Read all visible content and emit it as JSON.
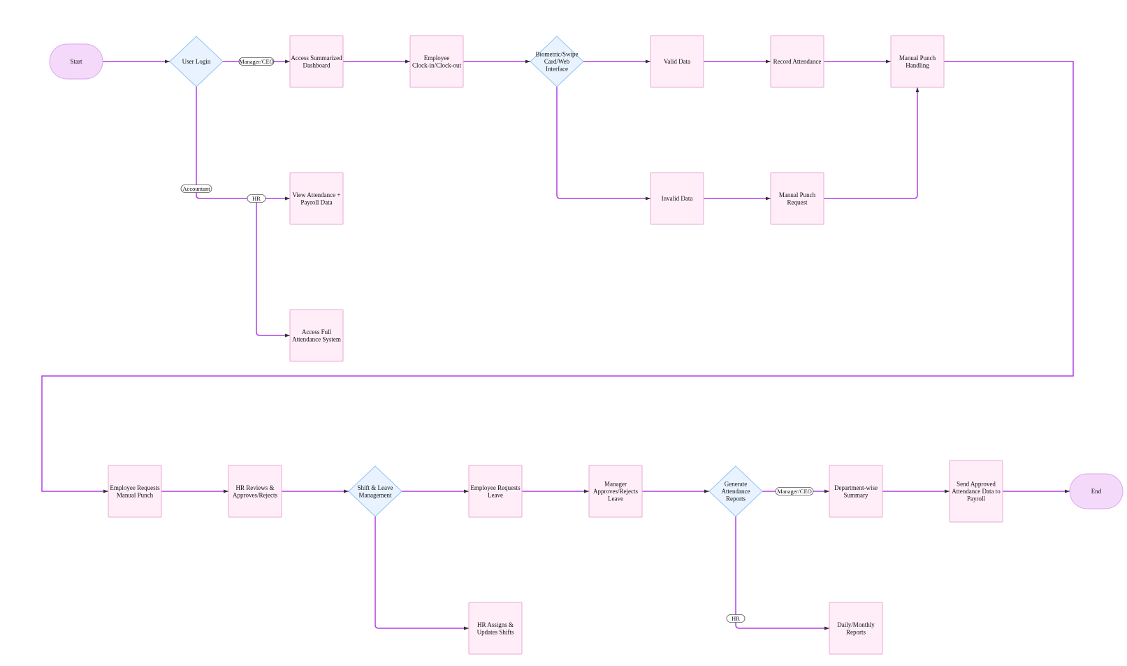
{
  "colors": {
    "edge": "#b23fe6",
    "process_fill": "#ffeef8",
    "process_stroke": "#e9a8d6",
    "decision_fill": "#e8f3ff",
    "decision_stroke": "#93c3ef",
    "terminal_fill": "#f4d9fb",
    "terminal_stroke": "#dba6ee",
    "label_fill": "#ffffff",
    "label_stroke": "#555555"
  },
  "nodes": {
    "start": {
      "shape": "terminal",
      "lines": [
        "Start"
      ]
    },
    "user_login": {
      "shape": "decision",
      "lines": [
        "User Login"
      ]
    },
    "access_dashboard": {
      "shape": "process",
      "lines": [
        "Access Summarized",
        "Dashboard"
      ]
    },
    "employee_clock": {
      "shape": "process",
      "lines": [
        "Employee",
        "Clock-in/Clock-out"
      ]
    },
    "biometric": {
      "shape": "decision",
      "lines": [
        "Biometric/Swipe",
        "Card/Web",
        "Interface"
      ]
    },
    "valid_data": {
      "shape": "process",
      "lines": [
        "Valid Data"
      ]
    },
    "record_attendance": {
      "shape": "process",
      "lines": [
        "Record Attendance"
      ]
    },
    "manual_punch_handling": {
      "shape": "process",
      "lines": [
        "Manual Punch",
        "Handling"
      ]
    },
    "view_attendance": {
      "shape": "process",
      "lines": [
        "View Attendance +",
        "Payroll Data"
      ]
    },
    "invalid_data": {
      "shape": "process",
      "lines": [
        "Invalid Data"
      ]
    },
    "manual_punch_request": {
      "shape": "process",
      "lines": [
        "Manual Punch",
        "Request"
      ]
    },
    "access_full": {
      "shape": "process",
      "lines": [
        "Access Full",
        "Attendance System"
      ]
    },
    "employee_requests_punch": {
      "shape": "process",
      "lines": [
        "Employee Requests",
        "Manual Punch"
      ]
    },
    "hr_reviews": {
      "shape": "process",
      "lines": [
        "HR Reviews &",
        "Approves/Rejects"
      ]
    },
    "shift_leave": {
      "shape": "decision",
      "lines": [
        "Shift & Leave",
        "Management"
      ]
    },
    "employee_requests_leave": {
      "shape": "process",
      "lines": [
        "Employee Requests",
        "Leave"
      ]
    },
    "manager_approves": {
      "shape": "process",
      "lines": [
        "Manager",
        "Approves/Rejects",
        "Leave"
      ]
    },
    "generate_reports": {
      "shape": "decision",
      "lines": [
        "Generate",
        "Attendance",
        "Reports"
      ]
    },
    "department_summary": {
      "shape": "process",
      "lines": [
        "Department-wise",
        "Summary"
      ]
    },
    "send_payroll": {
      "shape": "process",
      "lines": [
        "Send Approved",
        "Attendance Data to",
        "Payroll"
      ]
    },
    "end": {
      "shape": "terminal",
      "lines": [
        "End"
      ]
    },
    "hr_assigns": {
      "shape": "process",
      "lines": [
        "HR Assigns &",
        "Updates Shifts"
      ]
    },
    "daily_reports": {
      "shape": "process",
      "lines": [
        "Daily/Monthly",
        "Reports"
      ]
    }
  },
  "edge_labels": {
    "manager_ceo_top": "Manager/CEO",
    "accountant": "Accountant",
    "hr_top": "HR",
    "manager_ceo_bottom": "Manager/CEO",
    "hr_bottom": "HR"
  }
}
